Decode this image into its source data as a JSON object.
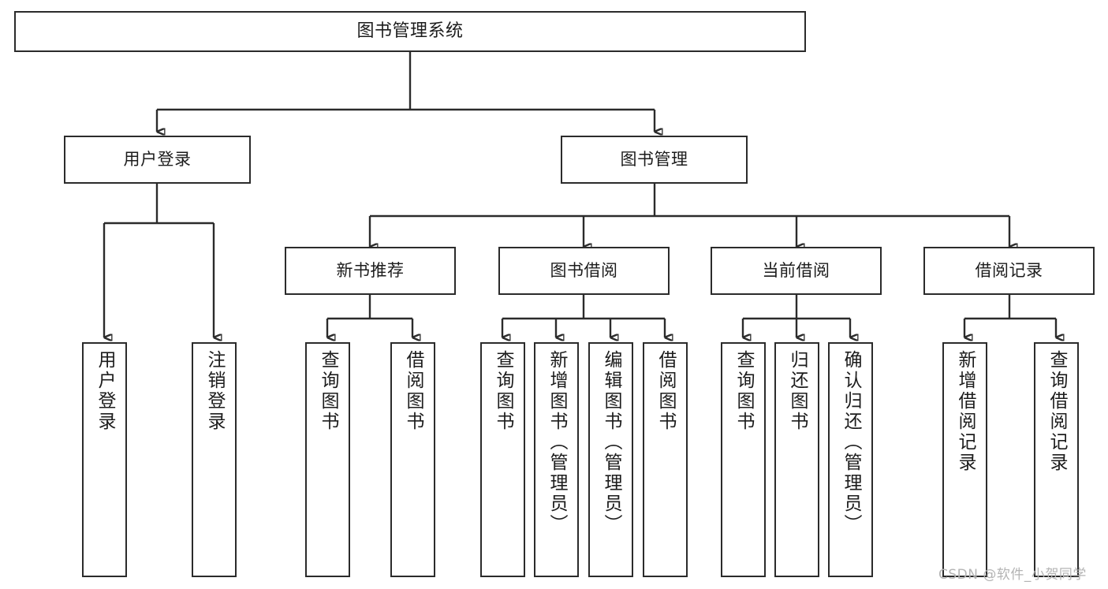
{
  "diagram": {
    "title": "图书管理系统",
    "type": "tree-hierarchy",
    "watermark": "CSDN @软件_小贺同学",
    "colors": {
      "stroke": "#2b2b2b",
      "fill": "#ffffff",
      "text": "#1c1c1c",
      "watermark": "#b4b4b4"
    },
    "nodes": {
      "root": {
        "label": "图书管理系统"
      },
      "level2": [
        {
          "id": "user-login",
          "label": "用户登录"
        },
        {
          "id": "book-manage",
          "label": "图书管理"
        }
      ],
      "level3": [
        {
          "id": "new-book-recommend",
          "label": "新书推荐"
        },
        {
          "id": "book-borrow",
          "label": "图书借阅"
        },
        {
          "id": "current-borrow",
          "label": "当前借阅"
        },
        {
          "id": "borrow-record",
          "label": "借阅记录"
        }
      ],
      "leaves": {
        "user_login": [
          {
            "id": "leaf-user-login",
            "label": "用户登录"
          },
          {
            "id": "leaf-logout-login",
            "label": "注销登录"
          }
        ],
        "new_book_recommend": [
          {
            "id": "leaf-query-book-1",
            "label": "查询图书"
          },
          {
            "id": "leaf-borrow-book-1",
            "label": "借阅图书"
          }
        ],
        "book_borrow": [
          {
            "id": "leaf-query-book-2",
            "label": "查询图书"
          },
          {
            "id": "leaf-add-book-admin",
            "label": "新增图书（管理员）"
          },
          {
            "id": "leaf-edit-book-admin",
            "label": "编辑图书（管理员）"
          },
          {
            "id": "leaf-borrow-book-2",
            "label": "借阅图书"
          }
        ],
        "current_borrow": [
          {
            "id": "leaf-query-book-3",
            "label": "查询图书"
          },
          {
            "id": "leaf-return-book",
            "label": "归还图书"
          },
          {
            "id": "leaf-confirm-return-admin",
            "label": "确认归还（管理员）"
          }
        ],
        "borrow_record": [
          {
            "id": "leaf-add-borrow-record",
            "label": "新增借阅记录"
          },
          {
            "id": "leaf-query-borrow-record",
            "label": "查询借阅记录"
          }
        ]
      }
    }
  }
}
